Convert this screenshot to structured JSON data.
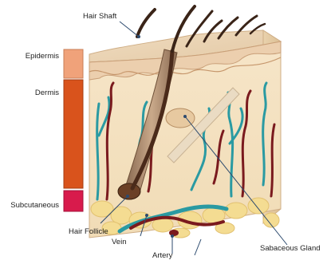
{
  "labels": {
    "hair_shaft": "Hair Shaft",
    "epidermis": "Epidermis",
    "dermis": "Dermis",
    "subcutaneous": "Subcutaneous",
    "hair_follicle": "Hair Follicle",
    "vein": "Vein",
    "artery": "Artery",
    "sabaceous_gland": "Sabaceous Gland"
  },
  "colors": {
    "epidermis": "#f0a27a",
    "dermis": "#d9531c",
    "subcutaneous": "#d81b4c",
    "vein": "#2a9aa2",
    "artery": "#7a1a1e",
    "hair": "#4a2a1a",
    "fat": "#f4dc92"
  }
}
